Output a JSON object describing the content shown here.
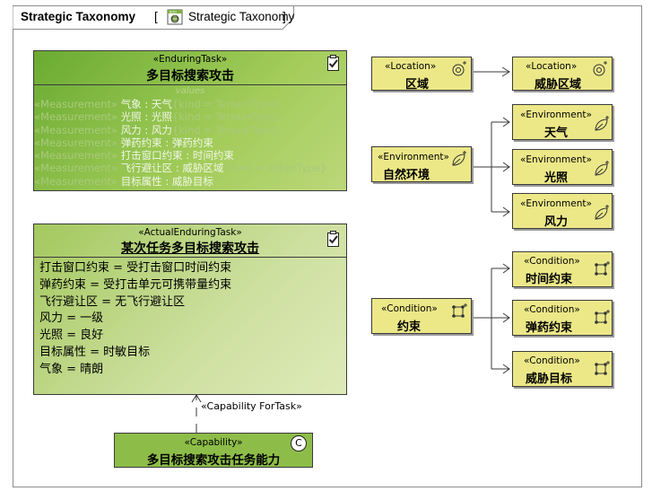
{
  "diagram": {
    "title": "Strategic Taxonomy",
    "subtitle": "Strategic Taxonomy",
    "bracket_open": "[",
    "bracket_close": "]"
  },
  "enduring_task": {
    "stereotype": "«EnduringTask»",
    "name": "多目标搜索攻击",
    "compartment": "values",
    "rows": [
      {
        "st": "«Measurement»",
        "text": "气象 : 天气",
        "tag": "{kind = TerrainType}"
      },
      {
        "st": "«Measurement»",
        "text": "光照 : 光照",
        "tag": "{kind = TerrainType}"
      },
      {
        "st": "«Measurement»",
        "text": "风力 : 风力",
        "tag": "{kind = TerrainType}"
      },
      {
        "st": "«Measurement»",
        "text": "弹药约束 : 弹药约束",
        "tag": ""
      },
      {
        "st": "«Measurement»",
        "text": "打击窗口约束 : 时间约束",
        "tag": ""
      },
      {
        "st": "«Measurement»",
        "text": "飞行避让区 : 威胁区域",
        "tag": "{kind = OtherType}"
      },
      {
        "st": "«Measurement»",
        "text": "目标属性 : 威胁目标",
        "tag": ""
      }
    ]
  },
  "actual_task": {
    "stereotype": "«ActualEnduringTask»",
    "name": "某次任务多目标搜索攻击",
    "slots": [
      "打击窗口约束 = 受打击窗口时间约束",
      "弹药约束 = 受打击单元可携带量约束",
      "飞行避让区 = 无飞行避让区",
      "风力 = 一级",
      "光照 = 良好",
      "目标属性 = 时敏目标",
      "气象 = 晴朗"
    ]
  },
  "capability": {
    "stereotype": "«Capability»",
    "name": "多目标搜索攻击任务能力",
    "icon_letter": "C",
    "relation_label": "«Capability ForTask»"
  },
  "location": {
    "parent": {
      "stereotype": "«Location»",
      "name": "区域"
    },
    "child": {
      "stereotype": "«Location»",
      "name": "威胁区域"
    }
  },
  "environment": {
    "parent": {
      "stereotype": "«Environment»",
      "name": "自然环境"
    },
    "children": [
      {
        "stereotype": "«Environment»",
        "name": "天气"
      },
      {
        "stereotype": "«Environment»",
        "name": "光照"
      },
      {
        "stereotype": "«Environment»",
        "name": "风力"
      }
    ]
  },
  "condition": {
    "parent": {
      "stereotype": "«Condition»",
      "name": "约束"
    },
    "children": [
      {
        "stereotype": "«Condition»",
        "name": "时间约束"
      },
      {
        "stereotype": "«Condition»",
        "name": "弹药约束"
      },
      {
        "stereotype": "«Condition»",
        "name": "威胁目标"
      }
    ]
  },
  "colors": {
    "enduring_fill": "#8dbd48",
    "actual_fill": "#c3da8c",
    "element_fill": "#ece888",
    "line": "#3a3a3a"
  }
}
